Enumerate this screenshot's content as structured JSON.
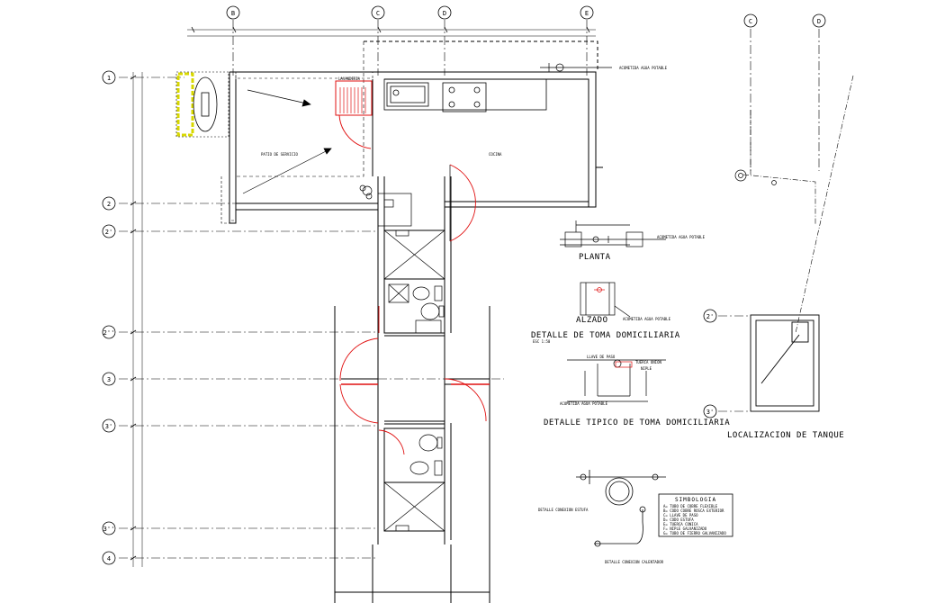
{
  "colors": {
    "line": "#000000",
    "door": "#e01010",
    "highlight": "#d8d800"
  },
  "axes": {
    "columns": [
      "B",
      "C",
      "D",
      "E"
    ],
    "rows": [
      "1",
      "2",
      "2'",
      "2''",
      "3",
      "3'",
      "3''",
      "4"
    ],
    "tank_columns": [
      "C",
      "D"
    ],
    "tank_rows": [
      "2'",
      "3'"
    ]
  },
  "rooms": {
    "patio": "PATIO DE SERVICIO",
    "cocina": "COCINA",
    "lavanderia": "LAVANDERIA"
  },
  "titles": {
    "planta": "PLANTA",
    "alzado": "ALZADO",
    "detalle_toma": "DETALLE DE TOMA DOMICILIARIA",
    "detalle_toma_sub": "ESC 1:50",
    "detalle_tipico": "DETALLE TIPICO DE TOMA DOMICILIARIA",
    "localizacion": "LOCALIZACION DE TANQUE",
    "conexion_estufa": "DETALLE CONEXION ESTUFA",
    "conexion_calentador": "DETALLE CONEXION CALENTADOR"
  },
  "notes": {
    "acometida": "ACOMETIDA AGUA POTABLE",
    "llave": "LLAVE DE PASO",
    "tuerca": "TUERCA UNION",
    "niple": "NIPLE"
  },
  "symbology": {
    "title": "SIMBOLOGIA",
    "items": [
      "A= TUBO DE COBRE FLEXIBLE",
      "B= CODO COBRE ROSCA EXTERIOR",
      "C= LLAVE DE PASO",
      "D= CODO ESTUFA",
      "E= TUERCA CONICA",
      "F= NIPLE GALVANIZADO",
      "G= TUBO DE FIERRO GALVANIZADO"
    ]
  }
}
